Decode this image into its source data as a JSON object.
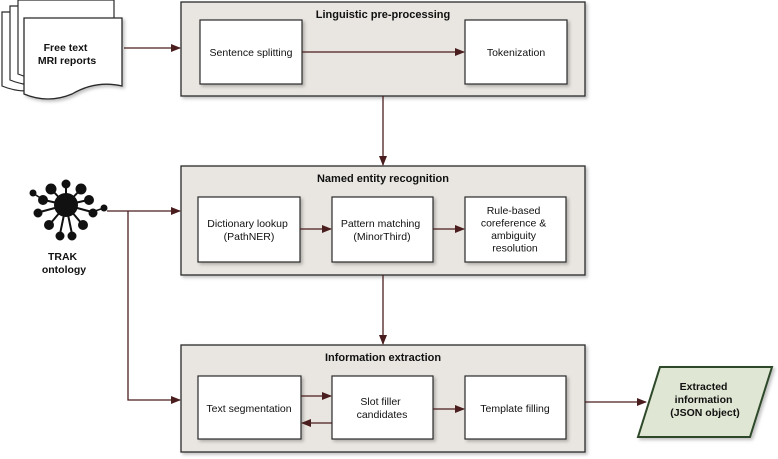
{
  "inputs": {
    "reports": {
      "lines": [
        "Free text",
        "MRI reports"
      ],
      "icon": "stacked-documents-icon"
    },
    "ontology": {
      "lines": [
        "TRAK",
        "ontology"
      ],
      "icon": "network-node-icon",
      "color": "#111111"
    }
  },
  "stages": {
    "preprocessing": {
      "title": "Linguistic pre-processing",
      "steps": {
        "sentence_splitting": [
          "Sentence splitting"
        ],
        "tokenization": [
          "Tokenization"
        ]
      }
    },
    "ner": {
      "title": "Named entity recognition",
      "steps": {
        "dictionary_lookup": [
          "Dictionary lookup",
          "(PathNER)"
        ],
        "pattern_matching": [
          "Pattern matching",
          "(MinorThird)"
        ],
        "rule_based": [
          "Rule-based",
          "coreference &",
          "ambiguity",
          "resolution"
        ]
      }
    },
    "extraction": {
      "title": "Information extraction",
      "steps": {
        "text_segmentation": [
          "Text segmentation"
        ],
        "slot_filler": [
          "Slot filler",
          "candidates"
        ],
        "template_filling": [
          "Template filling"
        ]
      }
    }
  },
  "output": {
    "lines": [
      "Extracted",
      "information",
      "(JSON object)"
    ],
    "fill": "#dfe6d3",
    "border": "#2f4a2a"
  },
  "colors": {
    "container_fill": "#e9e6e1",
    "container_border": "#2b2b2b",
    "box_fill": "#ffffff",
    "arrow": "#4a1e1e"
  }
}
